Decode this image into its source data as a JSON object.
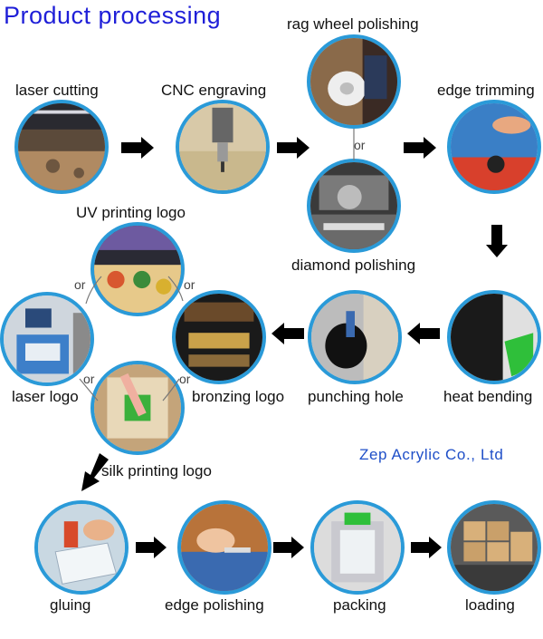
{
  "title": "Product processing",
  "company": "Zep  Acrylic  Co.,  Ltd",
  "or_label": "or",
  "steps": {
    "laser_cutting": "laser cutting",
    "cnc_engraving": "CNC engraving",
    "rag_wheel": "rag wheel polishing",
    "diamond": "diamond polishing",
    "edge_trimming": "edge trimming",
    "heat_bending": "heat bending",
    "punching_hole": "punching hole",
    "uv_logo": "UV printing logo",
    "laser_logo": "laser logo",
    "bronzing_logo": "bronzing logo",
    "silk_logo": "silk printing logo",
    "gluing": "gluing",
    "edge_polishing": "edge polishing",
    "packing": "packing",
    "loading": "loading"
  }
}
